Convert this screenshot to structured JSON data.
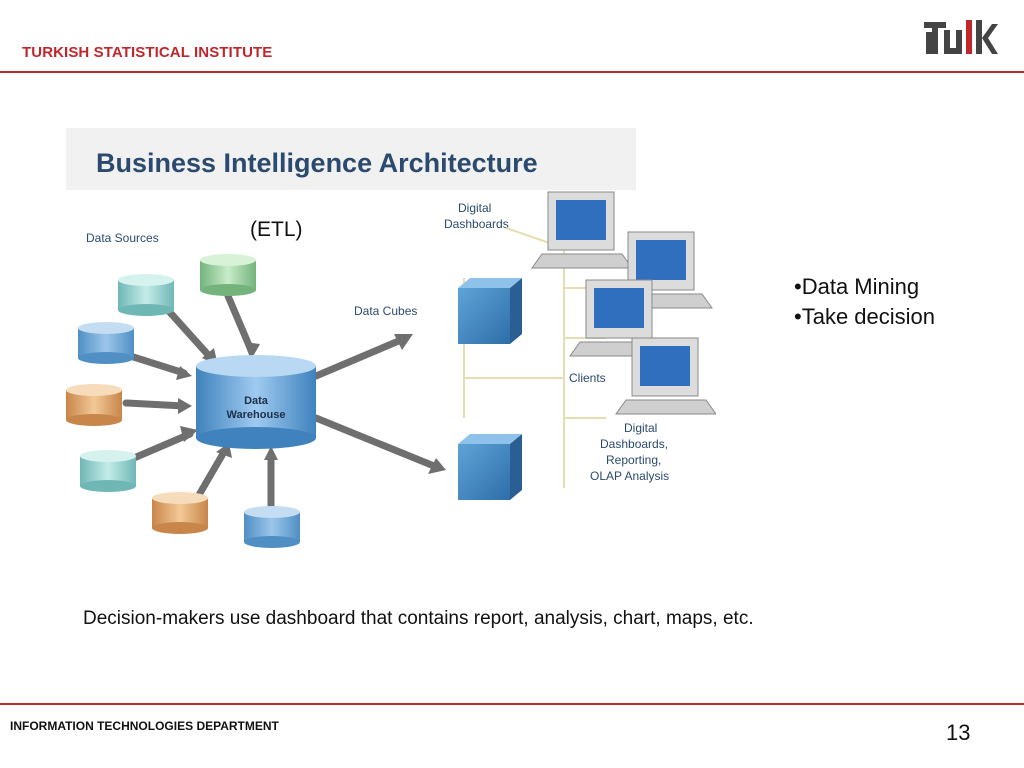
{
  "header": {
    "title": "TURKISH STATISTICAL INSTITUTE",
    "logo_text": "TÜİK",
    "accent_color": "#c0272d"
  },
  "diagram": {
    "title": "Business Intelligence Architecture",
    "data_sources_label": "Data Sources",
    "warehouse_label_1": "Data",
    "warehouse_label_2": "Warehouse",
    "data_cubes_label": "Data Cubes",
    "digital_dashboards_label_1": "Digital",
    "digital_dashboards_label_2": "Dashboards",
    "clients_label": "Clients",
    "reporting_label_1": "Digital",
    "reporting_label_2": "Dashboards,",
    "reporting_label_3": "Reporting,",
    "reporting_label_4": "OLAP Analysis"
  },
  "etl_label": "(ETL)",
  "bullets": [
    "•Data Mining",
    "•Take decision"
  ],
  "caption": "Decision-makers use dashboard  that contains report, analysis, chart, maps, etc.",
  "footer": {
    "department": "INFORMATION TECHNOLOGIES DEPARTMENT",
    "page_number": "13"
  }
}
